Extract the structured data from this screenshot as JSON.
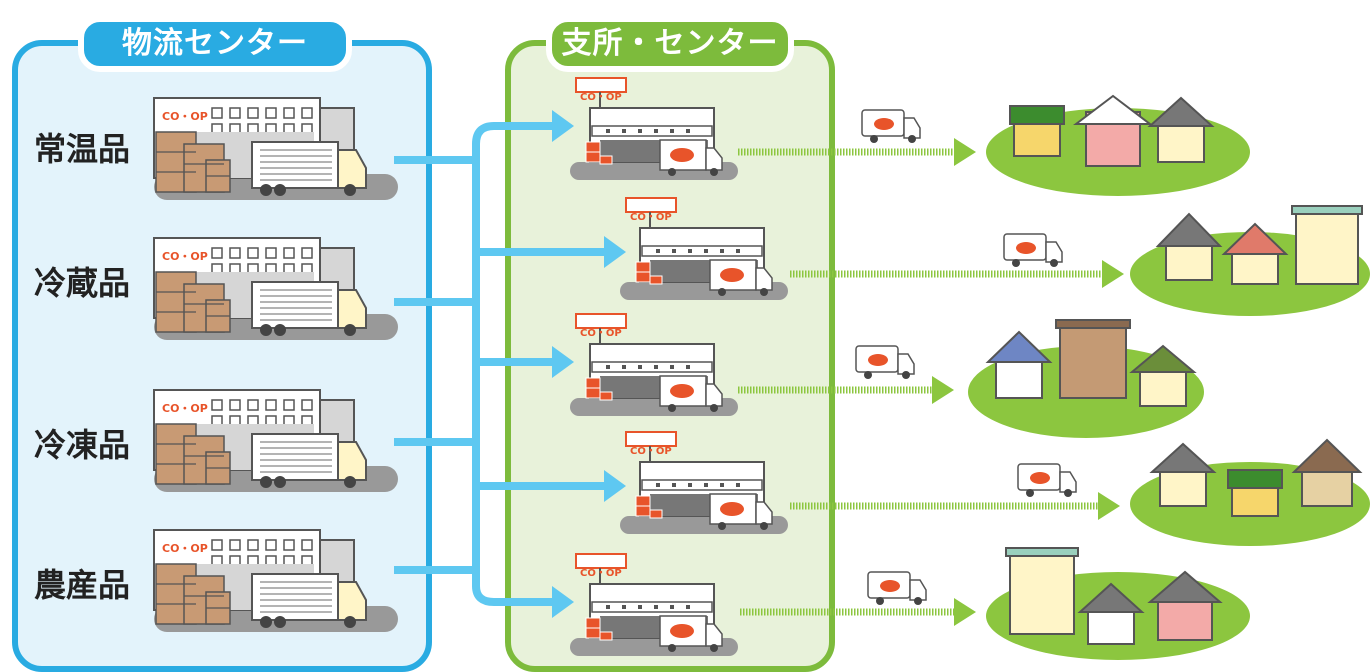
{
  "logistics_center": {
    "title": "物流センター"
  },
  "branch_center": {
    "title": "支所・センター"
  },
  "categories": [
    {
      "label": "常温品"
    },
    {
      "label": "冷蔵品"
    },
    {
      "label": "冷凍品"
    },
    {
      "label": "農産品"
    }
  ],
  "logo_text": "CO・OP",
  "small_logo_text": "CO-OP",
  "colors": {
    "logistics_accent": "#29abe2",
    "logistics_bg": "#e3f3fb",
    "branch_accent": "#7dbb3c",
    "branch_bg": "#e8f2da",
    "arrow": "#5ec8f1",
    "route": "#8cc63f",
    "brand": "#e8542a"
  }
}
